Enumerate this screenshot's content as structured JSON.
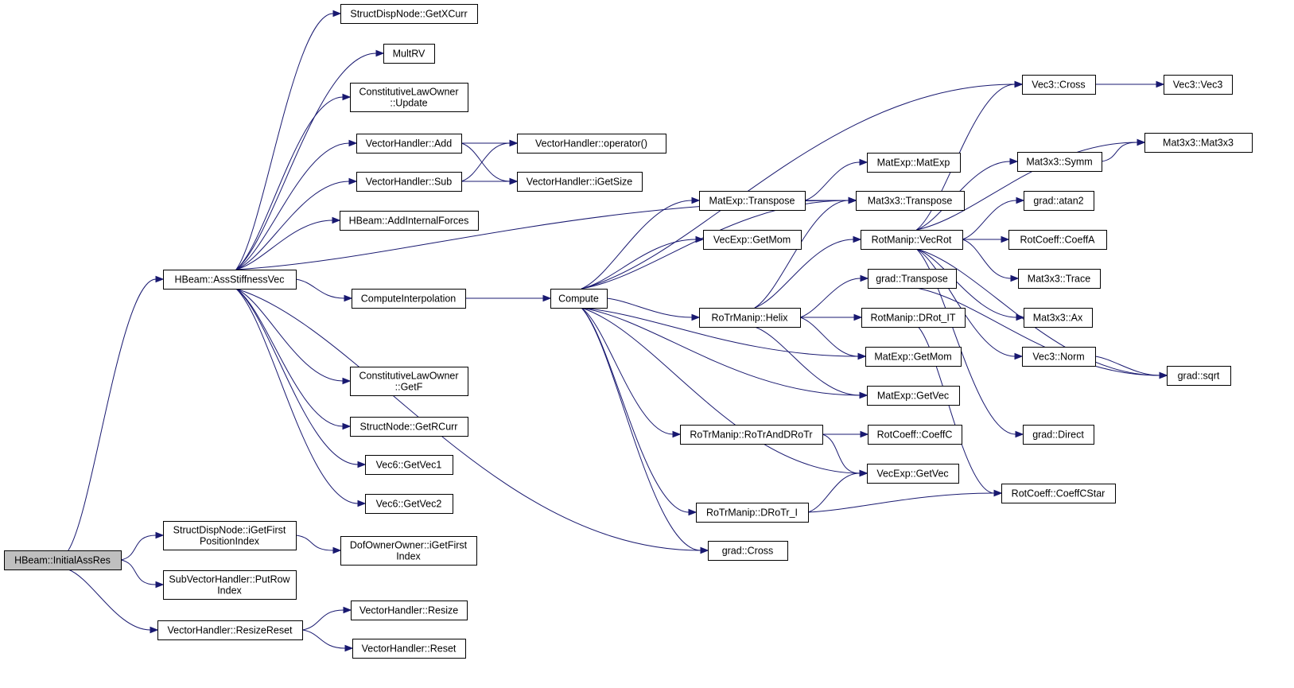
{
  "colors": {
    "edge": "#191970",
    "root_fill": "#bfbfbf",
    "node_fill": "#ffffff",
    "border": "#000000"
  },
  "nodes": [
    {
      "id": "initialassres",
      "lines": [
        "HBeam::InitialAssRes"
      ],
      "root": true
    },
    {
      "id": "assstiffnessvec",
      "lines": [
        "HBeam::AssStiffnessVec"
      ]
    },
    {
      "id": "getfirstposindex",
      "lines": [
        "StructDispNode::iGetFirst",
        "PositionIndex"
      ]
    },
    {
      "id": "putrowindex",
      "lines": [
        "SubVectorHandler::PutRow",
        "Index"
      ]
    },
    {
      "id": "resizereset",
      "lines": [
        "VectorHandler::ResizeReset"
      ]
    },
    {
      "id": "getxcurr",
      "lines": [
        "StructDispNode::GetXCurr"
      ]
    },
    {
      "id": "multrv",
      "lines": [
        "MultRV"
      ]
    },
    {
      "id": "cl-update",
      "lines": [
        "ConstitutiveLawOwner",
        "::Update"
      ]
    },
    {
      "id": "vh-add",
      "lines": [
        "VectorHandler::Add"
      ]
    },
    {
      "id": "vh-sub",
      "lines": [
        "VectorHandler::Sub"
      ]
    },
    {
      "id": "addinternalforces",
      "lines": [
        "HBeam::AddInternalForces"
      ]
    },
    {
      "id": "computeinterpolation",
      "lines": [
        "ComputeInterpolation"
      ]
    },
    {
      "id": "cl-getf",
      "lines": [
        "ConstitutiveLawOwner",
        "::GetF"
      ]
    },
    {
      "id": "getrcurr",
      "lines": [
        "StructNode::GetRCurr"
      ]
    },
    {
      "id": "getvec1",
      "lines": [
        "Vec6::GetVec1"
      ]
    },
    {
      "id": "getvec2",
      "lines": [
        "Vec6::GetVec2"
      ]
    },
    {
      "id": "dof-getfirstindex",
      "lines": [
        "DofOwnerOwner::iGetFirst",
        "Index"
      ]
    },
    {
      "id": "vh-resize",
      "lines": [
        "VectorHandler::Resize"
      ]
    },
    {
      "id": "vh-reset",
      "lines": [
        "VectorHandler::Reset"
      ]
    },
    {
      "id": "vh-operator",
      "lines": [
        "VectorHandler::operator()"
      ]
    },
    {
      "id": "vh-igetsize",
      "lines": [
        "VectorHandler::iGetSize"
      ]
    },
    {
      "id": "compute",
      "lines": [
        "Compute"
      ]
    },
    {
      "id": "matexp-transpose",
      "lines": [
        "MatExp::Transpose"
      ]
    },
    {
      "id": "vecexp-getmom",
      "lines": [
        "VecExp::GetMom"
      ]
    },
    {
      "id": "rotr-helix",
      "lines": [
        "RoTrManip::Helix"
      ]
    },
    {
      "id": "rotr-rotranddrotr",
      "lines": [
        "RoTrManip::RoTrAndDRoTr"
      ]
    },
    {
      "id": "rotr-drotr-i",
      "lines": [
        "RoTrManip::DRoTr_I"
      ]
    },
    {
      "id": "grad-cross",
      "lines": [
        "grad::Cross"
      ]
    },
    {
      "id": "vec3-cross",
      "lines": [
        "Vec3::Cross"
      ]
    },
    {
      "id": "matexp-matexp",
      "lines": [
        "MatExp::MatExp"
      ]
    },
    {
      "id": "mat3x3-transpose",
      "lines": [
        "Mat3x3::Transpose"
      ]
    },
    {
      "id": "rotmanip-vecrot",
      "lines": [
        "RotManip::VecRot"
      ]
    },
    {
      "id": "grad-transpose",
      "lines": [
        "grad::Transpose"
      ]
    },
    {
      "id": "rotmanip-drot-it",
      "lines": [
        "RotManip::DRot_IT"
      ]
    },
    {
      "id": "matexp-getmom",
      "lines": [
        "MatExp::GetMom"
      ]
    },
    {
      "id": "matexp-getvec",
      "lines": [
        "MatExp::GetVec"
      ]
    },
    {
      "id": "rotcoeff-coeffc",
      "lines": [
        "RotCoeff::CoeffC"
      ]
    },
    {
      "id": "vecexp-getvec",
      "lines": [
        "VecExp::GetVec"
      ]
    },
    {
      "id": "rotcoeff-coeffcstar",
      "lines": [
        "RotCoeff::CoeffCStar"
      ]
    },
    {
      "id": "vec3-vec3",
      "lines": [
        "Vec3::Vec3"
      ]
    },
    {
      "id": "mat3x3-mat3x3",
      "lines": [
        "Mat3x3::Mat3x3"
      ]
    },
    {
      "id": "mat3x3-symm",
      "lines": [
        "Mat3x3::Symm"
      ]
    },
    {
      "id": "grad-atan2",
      "lines": [
        "grad::atan2"
      ]
    },
    {
      "id": "rotcoeff-coeffa",
      "lines": [
        "RotCoeff::CoeffA"
      ]
    },
    {
      "id": "mat3x3-trace",
      "lines": [
        "Mat3x3::Trace"
      ]
    },
    {
      "id": "mat3x3-ax",
      "lines": [
        "Mat3x3::Ax"
      ]
    },
    {
      "id": "vec3-norm",
      "lines": [
        "Vec3::Norm"
      ]
    },
    {
      "id": "grad-sqrt",
      "lines": [
        "grad::sqrt"
      ]
    },
    {
      "id": "grad-direct",
      "lines": [
        "grad::Direct"
      ]
    }
  ],
  "edges": [
    {
      "from": "initialassres",
      "to": "assstiffnessvec"
    },
    {
      "from": "initialassres",
      "to": "getfirstposindex"
    },
    {
      "from": "initialassres",
      "to": "putrowindex"
    },
    {
      "from": "initialassres",
      "to": "resizereset"
    },
    {
      "from": "assstiffnessvec",
      "to": "getxcurr"
    },
    {
      "from": "assstiffnessvec",
      "to": "multrv"
    },
    {
      "from": "assstiffnessvec",
      "to": "cl-update"
    },
    {
      "from": "assstiffnessvec",
      "to": "vh-add"
    },
    {
      "from": "assstiffnessvec",
      "to": "vh-sub"
    },
    {
      "from": "assstiffnessvec",
      "to": "addinternalforces"
    },
    {
      "from": "assstiffnessvec",
      "to": "mat3x3-transpose"
    },
    {
      "from": "assstiffnessvec",
      "to": "computeinterpolation"
    },
    {
      "from": "assstiffnessvec",
      "to": "grad-cross"
    },
    {
      "from": "assstiffnessvec",
      "to": "cl-getf"
    },
    {
      "from": "assstiffnessvec",
      "to": "getrcurr"
    },
    {
      "from": "assstiffnessvec",
      "to": "getvec1"
    },
    {
      "from": "assstiffnessvec",
      "to": "getvec2"
    },
    {
      "from": "getfirstposindex",
      "to": "dof-getfirstindex"
    },
    {
      "from": "resizereset",
      "to": "vh-resize"
    },
    {
      "from": "resizereset",
      "to": "vh-reset"
    },
    {
      "from": "vh-add",
      "to": "vh-operator"
    },
    {
      "from": "vh-add",
      "to": "vh-igetsize"
    },
    {
      "from": "vh-sub",
      "to": "vh-operator"
    },
    {
      "from": "vh-sub",
      "to": "vh-igetsize"
    },
    {
      "from": "computeinterpolation",
      "to": "compute"
    },
    {
      "from": "compute",
      "to": "vec3-cross"
    },
    {
      "from": "compute",
      "to": "matexp-transpose"
    },
    {
      "from": "compute",
      "to": "vecexp-getmom"
    },
    {
      "from": "compute",
      "to": "mat3x3-transpose"
    },
    {
      "from": "compute",
      "to": "rotr-helix"
    },
    {
      "from": "compute",
      "to": "matexp-getmom"
    },
    {
      "from": "compute",
      "to": "matexp-getvec"
    },
    {
      "from": "compute",
      "to": "rotr-rotranddrotr"
    },
    {
      "from": "compute",
      "to": "vecexp-getvec"
    },
    {
      "from": "compute",
      "to": "rotr-drotr-i"
    },
    {
      "from": "compute",
      "to": "grad-cross"
    },
    {
      "from": "matexp-transpose",
      "to": "matexp-matexp"
    },
    {
      "from": "matexp-transpose",
      "to": "mat3x3-transpose"
    },
    {
      "from": "rotr-helix",
      "to": "mat3x3-transpose"
    },
    {
      "from": "rotr-helix",
      "to": "rotmanip-vecrot"
    },
    {
      "from": "rotr-helix",
      "to": "grad-transpose"
    },
    {
      "from": "rotr-helix",
      "to": "rotmanip-drot-it"
    },
    {
      "from": "rotr-helix",
      "to": "matexp-getmom"
    },
    {
      "from": "rotr-helix",
      "to": "matexp-getvec"
    },
    {
      "from": "rotr-rotranddrotr",
      "to": "rotcoeff-coeffc"
    },
    {
      "from": "rotr-rotranddrotr",
      "to": "vecexp-getvec"
    },
    {
      "from": "rotr-drotr-i",
      "to": "vecexp-getvec"
    },
    {
      "from": "rotr-drotr-i",
      "to": "rotcoeff-coeffcstar"
    },
    {
      "from": "vec3-cross",
      "to": "vec3-vec3"
    },
    {
      "from": "rotmanip-vecrot",
      "to": "vec3-cross"
    },
    {
      "from": "rotmanip-vecrot",
      "to": "mat3x3-mat3x3"
    },
    {
      "from": "rotmanip-vecrot",
      "to": "mat3x3-symm"
    },
    {
      "from": "rotmanip-vecrot",
      "to": "grad-atan2"
    },
    {
      "from": "rotmanip-vecrot",
      "to": "rotcoeff-coeffa"
    },
    {
      "from": "rotmanip-vecrot",
      "to": "mat3x3-trace"
    },
    {
      "from": "rotmanip-vecrot",
      "to": "mat3x3-ax"
    },
    {
      "from": "rotmanip-vecrot",
      "to": "vec3-norm"
    },
    {
      "from": "rotmanip-vecrot",
      "to": "grad-sqrt"
    },
    {
      "from": "rotmanip-vecrot",
      "to": "grad-direct"
    },
    {
      "from": "rotmanip-drot-it",
      "to": "rotcoeff-coeffcstar"
    },
    {
      "from": "grad-transpose",
      "to": "grad-sqrt"
    },
    {
      "from": "mat3x3-symm",
      "to": "mat3x3-mat3x3"
    },
    {
      "from": "vec3-norm",
      "to": "grad-sqrt"
    }
  ]
}
